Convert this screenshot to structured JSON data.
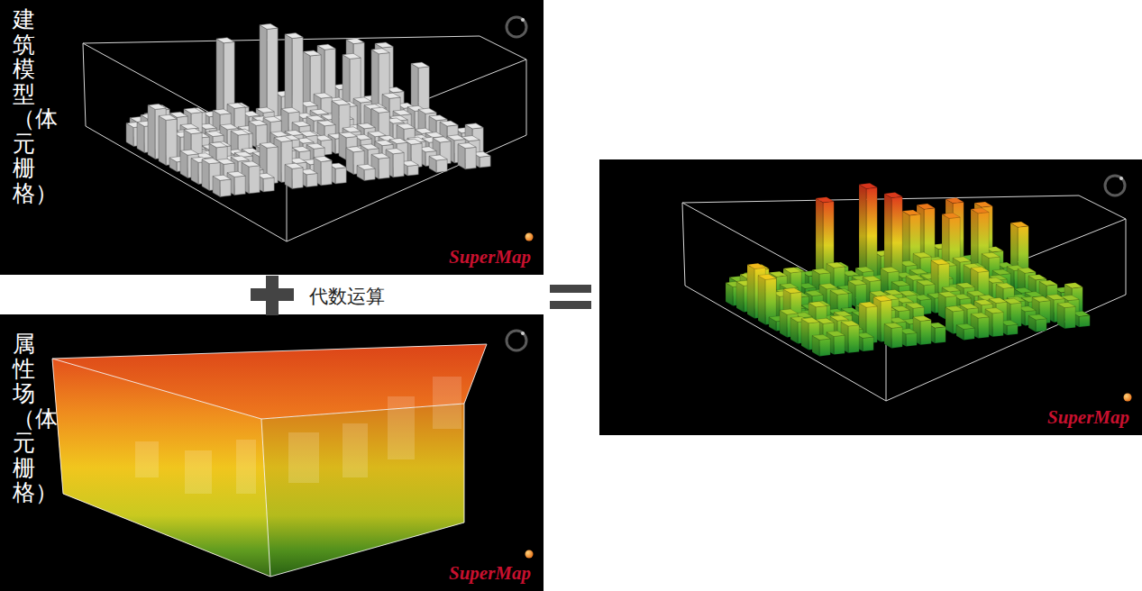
{
  "diagram": {
    "nodes": [
      {
        "text": [
          "建筑模型（体元栅格）",
          "SuperMap"
        ]
      },
      {
        "text": [
          "属性场（体元栅格）",
          "SuperMap"
        ]
      },
      {
        "text": [
          "SuperMap"
        ]
      }
    ],
    "labels": [
      "代数运算"
    ]
  }
}
